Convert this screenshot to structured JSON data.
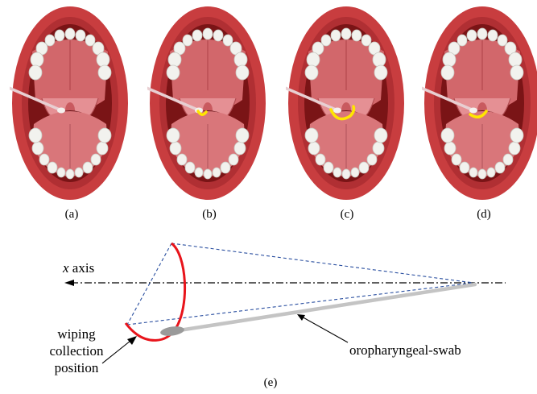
{
  "panels": [
    {
      "caption": "(a)",
      "stage": "swab-insert",
      "arc_color": ""
    },
    {
      "caption": "(b)",
      "stage": "small-wipe",
      "arc_color": "#ffe600"
    },
    {
      "caption": "(c)",
      "stage": "wide-wipe",
      "arc_color": "#ffe600"
    },
    {
      "caption": "(d)",
      "stage": "return-wipe",
      "arc_color": "#ffe600"
    }
  ],
  "schematic": {
    "caption": "(e)",
    "axis_label_italic": "x",
    "axis_label_rest": " axis",
    "wiping_label": [
      "wiping",
      "collection",
      "position"
    ],
    "swab_label": "oropharyngeal-swab",
    "colors": {
      "arc": "#e8141b",
      "dash": "#2a4fa0",
      "swab": "#c4c4c4",
      "tip": "#9a9a9a"
    }
  },
  "colors": {
    "lip": "#c83d3f",
    "mouth_inner": "#7a1416",
    "tongue": "#d9767a",
    "teeth": "#f2f2ee"
  }
}
